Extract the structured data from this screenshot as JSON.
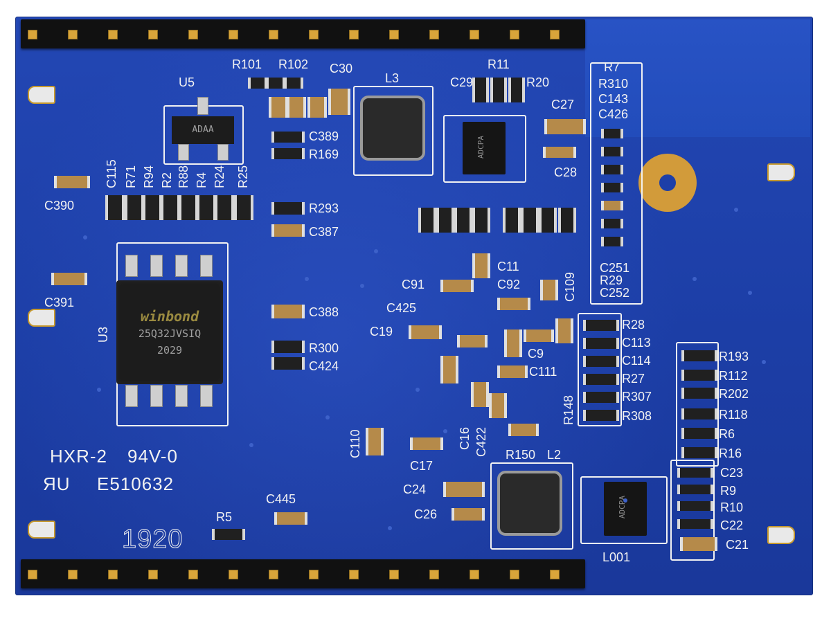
{
  "board": {
    "model": "HXR-2",
    "flammability": "94V-0",
    "ul_number": "E510632",
    "date_code": "1920",
    "ul_mark": "ЯU"
  },
  "chips": {
    "flash": {
      "ref": "U3",
      "brand": "winbond",
      "part": "25Q32JVSIQ",
      "code": "2029"
    },
    "ldo": {
      "ref": "U5",
      "marking": "ADAA"
    },
    "dcdc1": {
      "marking": "ADCPA"
    },
    "dcdc2": {
      "marking": "ADCPA"
    }
  },
  "inductors": {
    "l3": "L3",
    "l2": "L2",
    "l001": "L001"
  },
  "labels": {
    "c30": "C30",
    "r101": "R101",
    "r102": "R102",
    "c389": "C389",
    "r169": "R169",
    "c29": "C29",
    "r11": "R11",
    "r20": "R20",
    "c27": "C27",
    "c28": "C28",
    "r7": "R7",
    "r310": "R310",
    "c143": "C143",
    "c426": "C426",
    "c115": "C115",
    "r71": "R71",
    "r94": "R94",
    "r2": "R2",
    "r88": "R88",
    "r4": "R4",
    "r24": "R24",
    "r25": "R25",
    "c390": "C390",
    "r293": "R293",
    "c387": "C387",
    "c391": "C391",
    "c388": "C388",
    "r300": "R300",
    "c424": "C424",
    "c91": "C91",
    "c425": "C425",
    "c19": "C19",
    "c11": "C11",
    "c92": "C92",
    "c109": "C109",
    "c251": "C251",
    "r29": "R29",
    "c252": "C252",
    "r28": "R28",
    "c113": "C113",
    "c114": "C114",
    "r27": "R27",
    "r307": "R307",
    "r308": "R308",
    "c9": "C9",
    "c111": "C111",
    "r148": "R148",
    "c16": "C16",
    "c422": "C422",
    "r150": "R150",
    "c110": "C110",
    "c17": "C17",
    "c24": "C24",
    "c26": "C26",
    "r193": "R193",
    "r112": "R112",
    "r202": "R202",
    "r118": "R118",
    "r6": "R6",
    "r16": "R16",
    "c23": "C23",
    "r9": "R9",
    "r10": "R10",
    "c22": "C22",
    "c21": "C21",
    "c445": "C445",
    "r5": "R5"
  },
  "colors": {
    "pcb": "#1d3fa8",
    "silkscreen": "#f2f2f2",
    "gold": "#d9a53a"
  }
}
